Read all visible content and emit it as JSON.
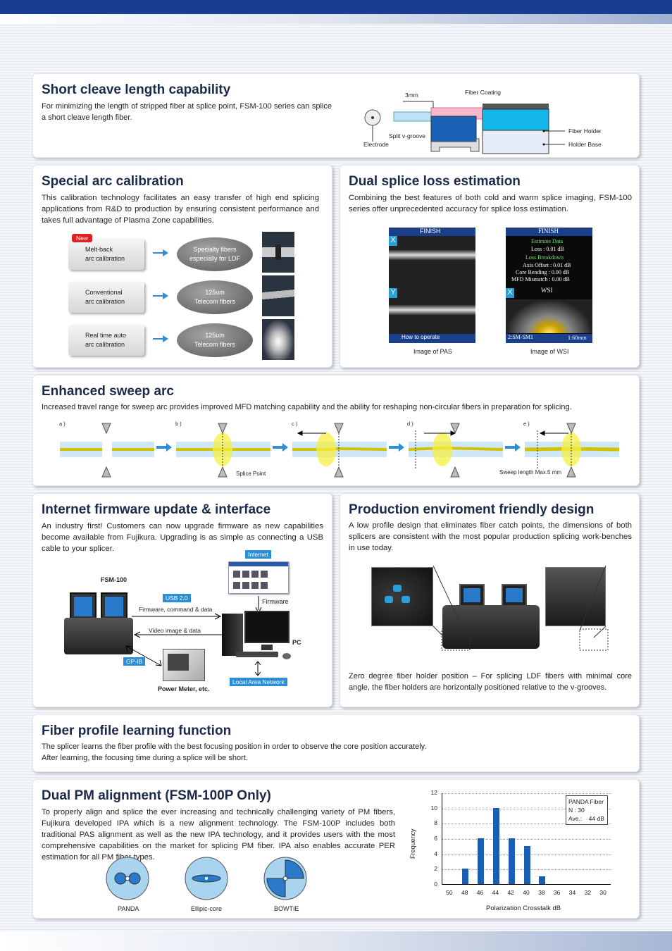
{
  "short_cleave": {
    "title": "Short cleave length capability",
    "text": "For minimizing the length of stripped fiber at splice point, FSM-100 series can splice a short cleave length fiber.",
    "labels": {
      "mm": "3mm",
      "coating": "Fiber Coating",
      "groove": "Split v-groove",
      "holder": "Fiber Holder",
      "electrode": "Electrode",
      "base": "Holder Base"
    }
  },
  "special_arc": {
    "title": "Special arc calibration",
    "text": "This calibration technology facilitates an easy transfer of high end splicing applications from R&D to production by ensuring consistent performance and takes full advantage of  Plasma Zone  capabilities.",
    "new": "New",
    "rows": [
      {
        "btn1": "Melt-back",
        "btn2": "arc calibration",
        "o1": "Specialty fibers",
        "o2": "especially for LDF"
      },
      {
        "btn1": "Conventional",
        "btn2": "arc calibration",
        "o1": "125um",
        "o2": "Telecom fibers"
      },
      {
        "btn1": "Real time auto",
        "btn2": "arc calibration",
        "o1": "125um",
        "o2": "Telecom fibers"
      }
    ]
  },
  "dual_splice": {
    "title": "Dual splice loss estimation",
    "text": "Combining the best features of both cold and warm splice imaging, FSM-100 series offer unprecedented accuracy for splice loss estimation.",
    "pas": {
      "header": "FINISH",
      "x": "X",
      "y": "Y",
      "footer": "How to operate",
      "caption": "Image of PAS"
    },
    "wsi": {
      "header": "FINISH",
      "l1": "Estimate Data",
      "l2": "Loss : 0.01 dB",
      "l3": "Loss Breakdown",
      "l4": "Axis Offset :  0.01 dB",
      "l5": "Core Bending :  0.00 dB",
      "l6": "MFD Mismatch :  0.00 dB",
      "wsi": "WSI",
      "x": "X",
      "f1": "2:SM-SM1",
      "f2": "1:60mm",
      "caption": "Image of WSI"
    }
  },
  "sweep": {
    "title": "Enhanced sweep arc",
    "text": "Increased travel range for  sweep arc  provides improved MFD matching capability and the ability for reshaping non-circular fibers in preparation for splicing.",
    "steps": [
      "a )",
      "b )",
      "c )",
      "d )",
      "e )"
    ],
    "splice_point": "Splice Point",
    "sweep_len": "Sweep length Max.5 mm"
  },
  "internet": {
    "title": "Internet firmware update & interface",
    "text": "An industry first! Customers can now upgrade firmware as new capabilities become available from Fujikura. Upgrading is as simple as connecting a USB cable to your splicer.",
    "tag_internet": "Internet",
    "tag_usb": "USB 2.0",
    "tag_gpib": "GP-IB",
    "tag_lan": "Local Area Network",
    "fsm": "FSM-100",
    "firmware": "Firmware",
    "fcd": "Firmware, command & data",
    "video": "Video image & data",
    "pc": "PC",
    "power": "Power Meter, etc."
  },
  "production": {
    "title": "Production enviroment friendly design",
    "text": "A low profile design that eliminates fiber catch points, the dimensions of both splicers are consistent with the most popular production splicing work-benches in use today.",
    "text2": "Zero degree fiber holder position – For splicing LDF fibers with minimal core angle, the fiber holders are horizontally positioned relative to the v-grooves."
  },
  "profile": {
    "title": "Fiber profile learning function",
    "text1": "The splicer learns the fiber profile with the best focusing position in order to observe the core position accurately.",
    "text2": "After learning, the focusing time during a splice will be short."
  },
  "pm": {
    "title": "Dual PM alignment (FSM-100P Only)",
    "text": "To properly align and splice the ever increasing and technically challenging variety of PM fibers, Fujikura developed IPA which is a new alignment technology. The FSM-100P includes both traditional PAS alignment as well as the new IPA technology, and it provides users with the most comprehensive capabilities on the market for splicing PM fiber. IPA also enables accurate PER estimation for all PM fiber types.",
    "fibers": [
      "PANDA",
      "Ellipic-core",
      "BOWTIE"
    ]
  },
  "chart_data": {
    "type": "bar",
    "categories": [
      "50",
      "48",
      "46",
      "44",
      "42",
      "40",
      "38",
      "36",
      "34",
      "32",
      "30"
    ],
    "values": [
      0,
      2,
      6,
      10,
      6,
      5,
      1,
      0,
      0,
      0,
      0
    ],
    "xlabel": "Polarization Crosstalk  dB",
    "ylabel": "Frequency",
    "ylim": [
      0,
      12
    ],
    "yticks": [
      "0",
      "2",
      "4",
      "6",
      "8",
      "10",
      "12"
    ],
    "legend": {
      "l1": "PANDA Fiber",
      "l2": "N : 30",
      "l3": "Ave.:    44 dB"
    },
    "legend_position": "top-right",
    "grid": true,
    "bar_color": "#1a5fb4"
  }
}
